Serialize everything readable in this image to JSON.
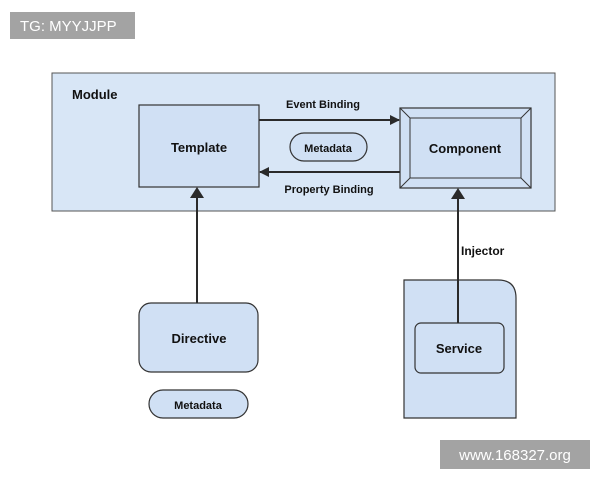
{
  "watermark_top": "TG: MYYJJPP",
  "watermark_bottom": "www.168327.org",
  "module": {
    "label": "Module"
  },
  "template": {
    "label": "Template"
  },
  "component": {
    "label": "Component"
  },
  "directive": {
    "label": "Directive"
  },
  "service": {
    "label": "Service"
  },
  "metadata_center": {
    "label": "Metadata"
  },
  "metadata_bottom": {
    "label": "Metadata"
  },
  "connections": {
    "event_binding": "Event Binding",
    "property_binding": "Property Binding",
    "injector": "Injector"
  },
  "colors": {
    "box_fill": "#d0e0f4",
    "module_fill": "#d8e6f6",
    "stroke": "#333333",
    "watermark_bg": "#a3a3a3"
  }
}
